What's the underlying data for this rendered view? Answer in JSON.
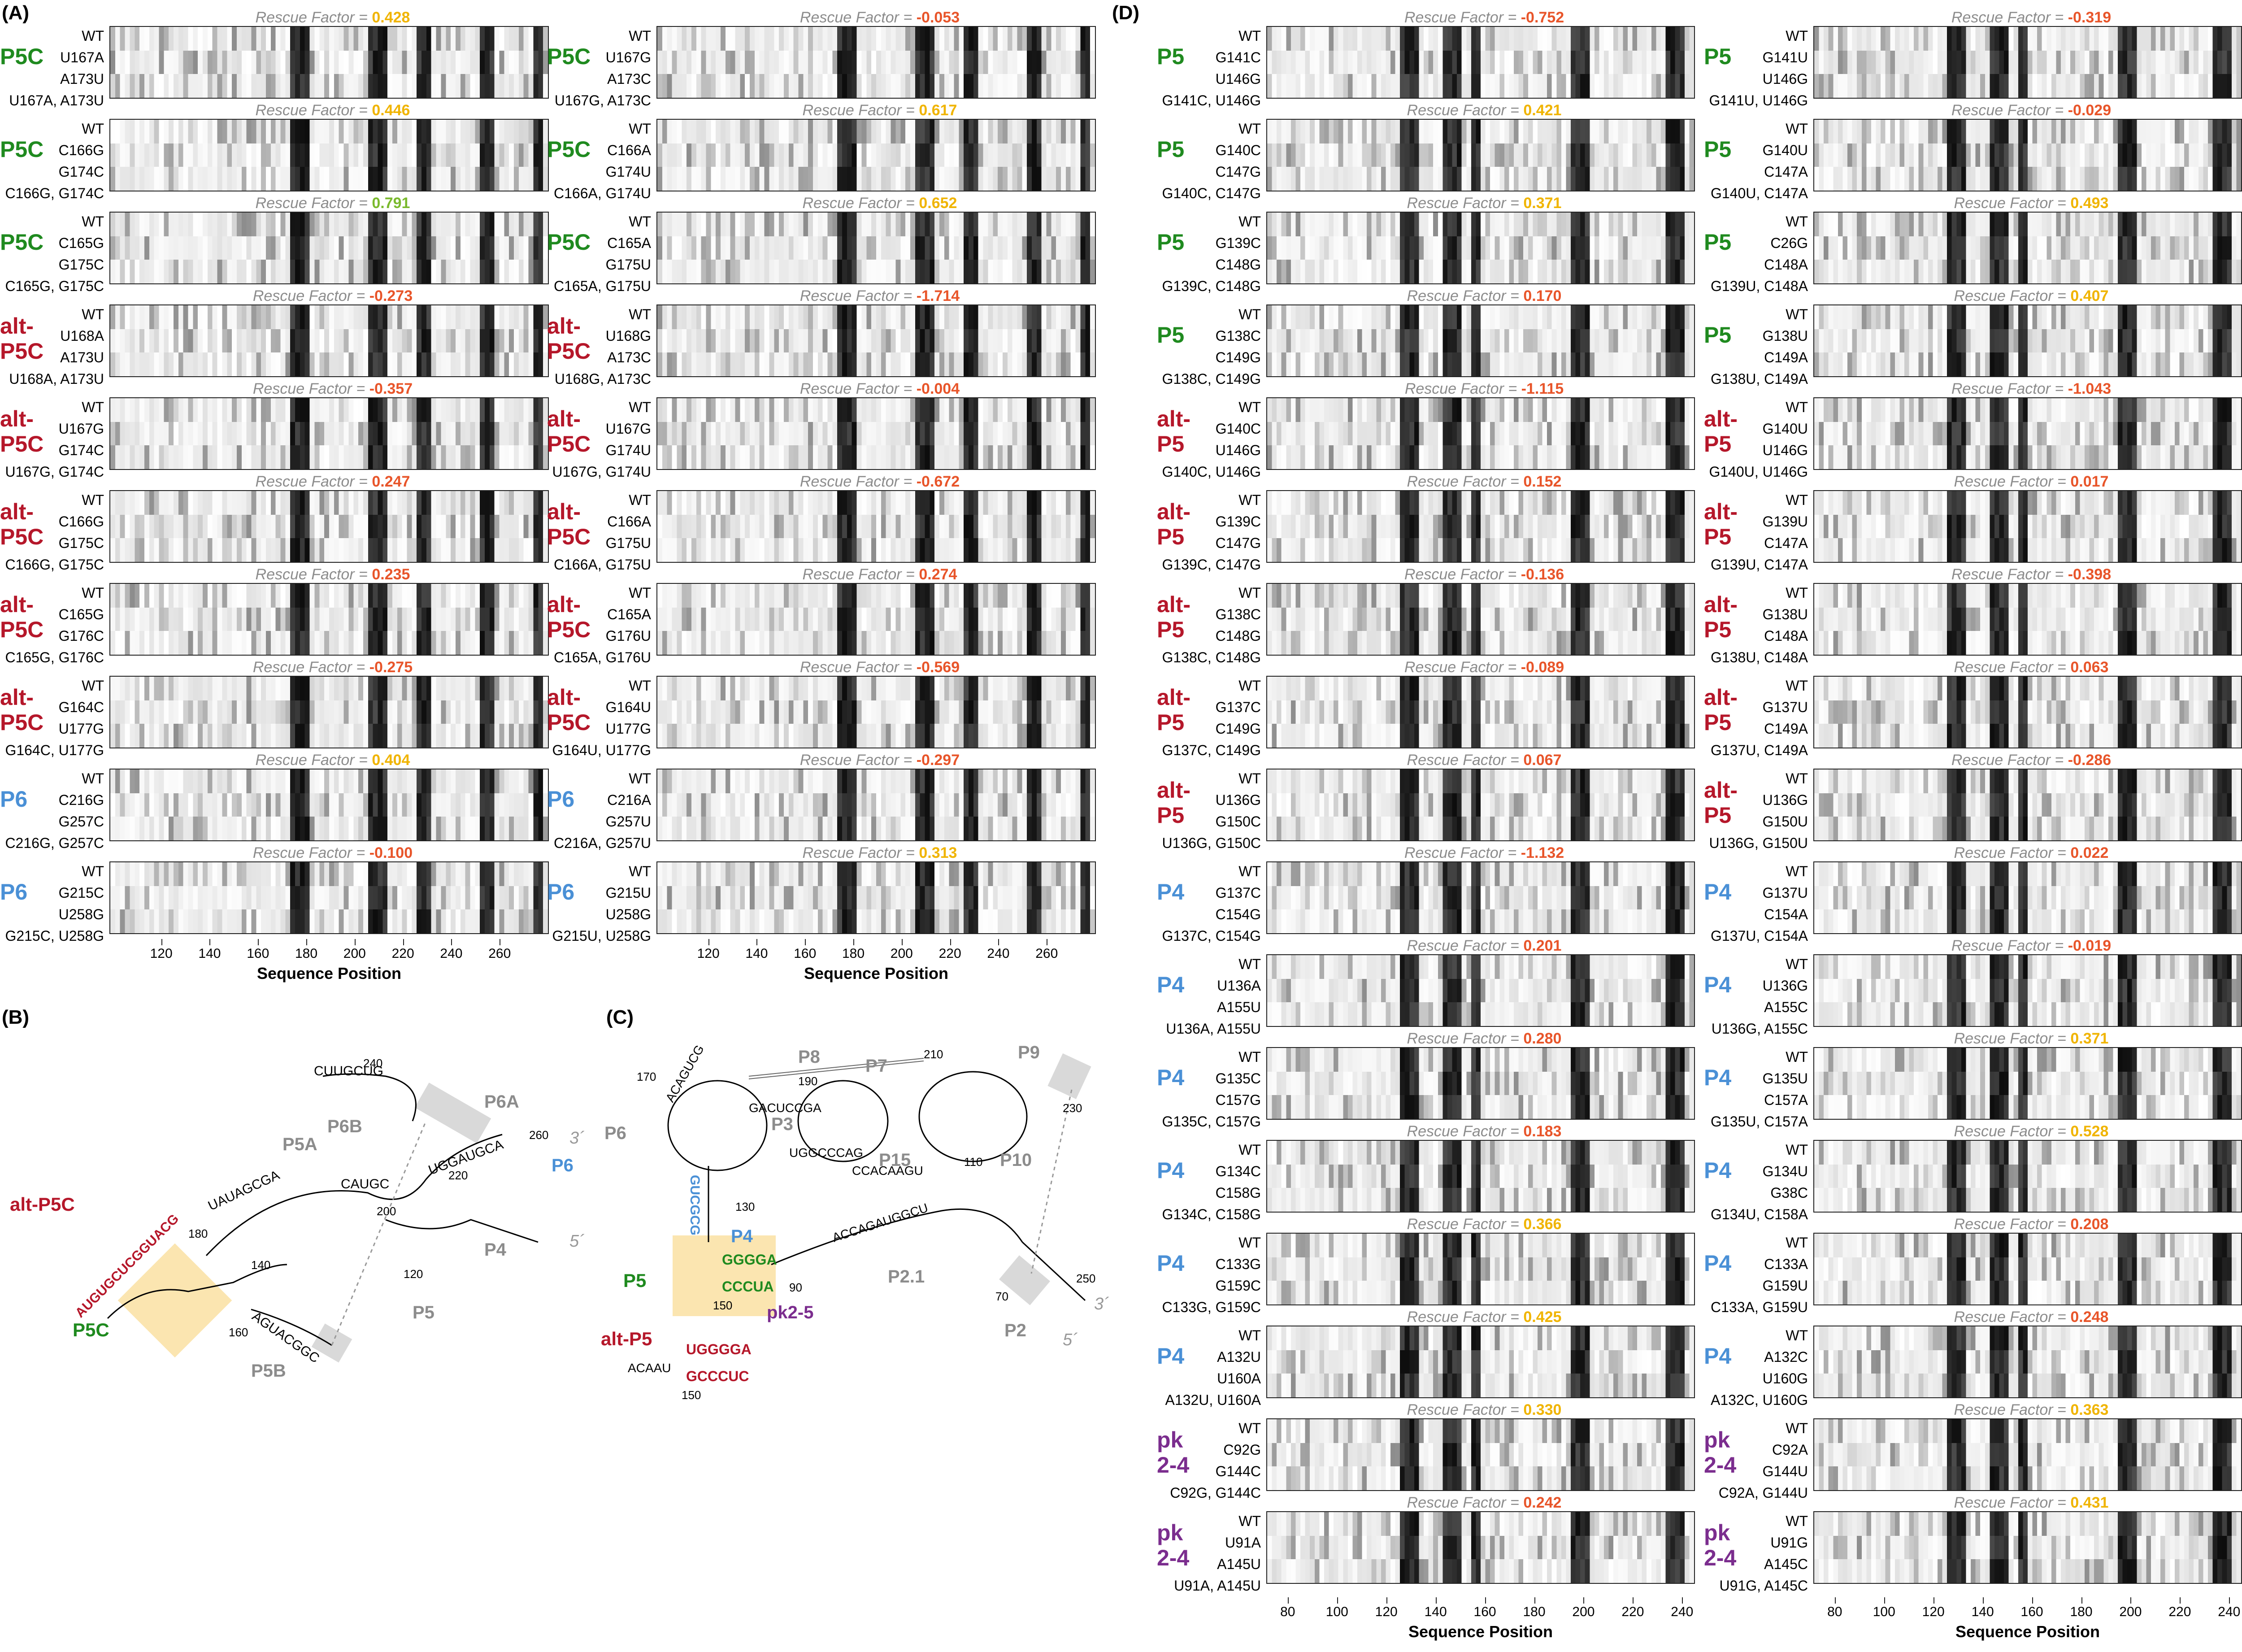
{
  "colors": {
    "green": "#1f8a1f",
    "red": "#b5172a",
    "blue": "#4a90d6",
    "purple": "#7b2d8e",
    "rf_green": "#7ab92d",
    "rf_yellow": "#f0b400",
    "rf_orange": "#e8552a",
    "gray": "#8c8c8c",
    "highlight": "#fbe5b0",
    "box": "#d9d9d9"
  },
  "icons": {
    "heat_track": "grayscale-reactivity-heatmap"
  },
  "labels": {
    "rescue_factor": "Rescue Factor =",
    "wt": "WT",
    "xlabel": "Sequence Position"
  },
  "sections": {
    "A": "(A)",
    "B": "(B)",
    "C": "(C)",
    "D": "(D)"
  },
  "axis_A_ticks": [
    "120",
    "140",
    "160",
    "180",
    "200",
    "220",
    "240",
    "260"
  ],
  "axis_D_ticks": [
    "80",
    "100",
    "120",
    "140",
    "160",
    "180",
    "200",
    "220",
    "240"
  ],
  "panels_A": [
    {
      "group": [
        "P5C"
      ],
      "gc": "green",
      "rf": "0.428",
      "rfc": "rf_yellow",
      "m1": "U167A",
      "m2": "A173U",
      "m3": "U167A, A173U"
    },
    {
      "group": [
        "P5C"
      ],
      "gc": "green",
      "rf": "-0.053",
      "rfc": "rf_orange",
      "m1": "U167G",
      "m2": "A173C",
      "m3": "U167G, A173C"
    },
    {
      "group": [
        "P5C"
      ],
      "gc": "green",
      "rf": "0.446",
      "rfc": "rf_yellow",
      "m1": "C166G",
      "m2": "G174C",
      "m3": "C166G, G174C"
    },
    {
      "group": [
        "P5C"
      ],
      "gc": "green",
      "rf": "0.617",
      "rfc": "rf_yellow",
      "m1": "C166A",
      "m2": "G174U",
      "m3": "C166A, G174U"
    },
    {
      "group": [
        "P5C"
      ],
      "gc": "green",
      "rf": "0.791",
      "rfc": "rf_green",
      "m1": "C165G",
      "m2": "G175C",
      "m3": "C165G, G175C"
    },
    {
      "group": [
        "P5C"
      ],
      "gc": "green",
      "rf": "0.652",
      "rfc": "rf_yellow",
      "m1": "C165A",
      "m2": "G175U",
      "m3": "C165A, G175U"
    },
    {
      "group": [
        "alt-",
        "P5C"
      ],
      "gc": "red",
      "rf": "-0.273",
      "rfc": "rf_orange",
      "m1": "U168A",
      "m2": "A173U",
      "m3": "U168A, A173U"
    },
    {
      "group": [
        "alt-",
        "P5C"
      ],
      "gc": "red",
      "rf": "-1.714",
      "rfc": "rf_orange",
      "m1": "U168G",
      "m2": "A173C",
      "m3": "U168G, A173C"
    },
    {
      "group": [
        "alt-",
        "P5C"
      ],
      "gc": "red",
      "rf": "-0.357",
      "rfc": "rf_orange",
      "m1": "U167G",
      "m2": "G174C",
      "m3": "U167G, G174C"
    },
    {
      "group": [
        "alt-",
        "P5C"
      ],
      "gc": "red",
      "rf": "-0.004",
      "rfc": "rf_orange",
      "m1": "U167G",
      "m2": "G174U",
      "m3": "U167G, G174U"
    },
    {
      "group": [
        "alt-",
        "P5C"
      ],
      "gc": "red",
      "rf": "0.247",
      "rfc": "rf_orange",
      "m1": "C166G",
      "m2": "G175C",
      "m3": "C166G, G175C"
    },
    {
      "group": [
        "alt-",
        "P5C"
      ],
      "gc": "red",
      "rf": "-0.672",
      "rfc": "rf_orange",
      "m1": "C166A",
      "m2": "G175U",
      "m3": "C166A, G175U"
    },
    {
      "group": [
        "alt-",
        "P5C"
      ],
      "gc": "red",
      "rf": "0.235",
      "rfc": "rf_orange",
      "m1": "C165G",
      "m2": "G176C",
      "m3": "C165G, G176C"
    },
    {
      "group": [
        "alt-",
        "P5C"
      ],
      "gc": "red",
      "rf": "0.274",
      "rfc": "rf_orange",
      "m1": "C165A",
      "m2": "G176U",
      "m3": "C165A, G176U"
    },
    {
      "group": [
        "alt-",
        "P5C"
      ],
      "gc": "red",
      "rf": "-0.275",
      "rfc": "rf_orange",
      "m1": "G164C",
      "m2": "U177G",
      "m3": "G164C, U177G"
    },
    {
      "group": [
        "alt-",
        "P5C"
      ],
      "gc": "red",
      "rf": "-0.569",
      "rfc": "rf_orange",
      "m1": "G164U",
      "m2": "U177G",
      "m3": "G164U, U177G"
    },
    {
      "group": [
        "P6"
      ],
      "gc": "blue",
      "rf": "0.404",
      "rfc": "rf_yellow",
      "m1": "C216G",
      "m2": "G257C",
      "m3": "C216G, G257C"
    },
    {
      "group": [
        "P6"
      ],
      "gc": "blue",
      "rf": "-0.297",
      "rfc": "rf_orange",
      "m1": "C216A",
      "m2": "G257U",
      "m3": "C216A, G257U"
    },
    {
      "group": [
        "P6"
      ],
      "gc": "blue",
      "rf": "-0.100",
      "rfc": "rf_orange",
      "m1": "G215C",
      "m2": "U258G",
      "m3": "G215C, U258G"
    },
    {
      "group": [
        "P6"
      ],
      "gc": "blue",
      "rf": "0.313",
      "rfc": "rf_yellow",
      "m1": "G215U",
      "m2": "U258G",
      "m3": "G215U, U258G"
    }
  ],
  "panels_D": [
    {
      "group": [
        "P5"
      ],
      "gc": "green",
      "rf": "-0.752",
      "rfc": "rf_orange",
      "m1": "G141C",
      "m2": "U146G",
      "m3": "G141C, U146G"
    },
    {
      "group": [
        "P5"
      ],
      "gc": "green",
      "rf": "-0.319",
      "rfc": "rf_orange",
      "m1": "G141U",
      "m2": "U146G",
      "m3": "G141U, U146G"
    },
    {
      "group": [
        "P5"
      ],
      "gc": "green",
      "rf": "0.421",
      "rfc": "rf_yellow",
      "m1": "G140C",
      "m2": "C147G",
      "m3": "G140C, C147G"
    },
    {
      "group": [
        "P5"
      ],
      "gc": "green",
      "rf": "-0.029",
      "rfc": "rf_orange",
      "m1": "G140U",
      "m2": "C147A",
      "m3": "G140U, C147A"
    },
    {
      "group": [
        "P5"
      ],
      "gc": "green",
      "rf": "0.371",
      "rfc": "rf_yellow",
      "m1": "G139C",
      "m2": "C148G",
      "m3": "G139C, C148G"
    },
    {
      "group": [
        "P5"
      ],
      "gc": "green",
      "rf": "0.493",
      "rfc": "rf_yellow",
      "m1": "C26G",
      "m2": "C148A",
      "m3": "G139U, C148A"
    },
    {
      "group": [
        "P5"
      ],
      "gc": "green",
      "rf": "0.170",
      "rfc": "rf_orange",
      "m1": "G138C",
      "m2": "C149G",
      "m3": "G138C, C149G"
    },
    {
      "group": [
        "P5"
      ],
      "gc": "green",
      "rf": "0.407",
      "rfc": "rf_yellow",
      "m1": "G138U",
      "m2": "C149A",
      "m3": "G138U, C149A"
    },
    {
      "group": [
        "alt-",
        "P5"
      ],
      "gc": "red",
      "rf": "-1.115",
      "rfc": "rf_orange",
      "m1": "G140C",
      "m2": "U146G",
      "m3": "G140C, U146G"
    },
    {
      "group": [
        "alt-",
        "P5"
      ],
      "gc": "red",
      "rf": "-1.043",
      "rfc": "rf_orange",
      "m1": "G140U",
      "m2": "U146G",
      "m3": "G140U, U146G"
    },
    {
      "group": [
        "alt-",
        "P5"
      ],
      "gc": "red",
      "rf": "0.152",
      "rfc": "rf_orange",
      "m1": "G139C",
      "m2": "C147G",
      "m3": "G139C, C147G"
    },
    {
      "group": [
        "alt-",
        "P5"
      ],
      "gc": "red",
      "rf": "0.017",
      "rfc": "rf_orange",
      "m1": "G139U",
      "m2": "C147A",
      "m3": "G139U, C147A"
    },
    {
      "group": [
        "alt-",
        "P5"
      ],
      "gc": "red",
      "rf": "-0.136",
      "rfc": "rf_orange",
      "m1": "G138C",
      "m2": "C148G",
      "m3": "G138C, C148G"
    },
    {
      "group": [
        "alt-",
        "P5"
      ],
      "gc": "red",
      "rf": "-0.398",
      "rfc": "rf_orange",
      "m1": "G138U",
      "m2": "C148A",
      "m3": "G138U, C148A"
    },
    {
      "group": [
        "alt-",
        "P5"
      ],
      "gc": "red",
      "rf": "-0.089",
      "rfc": "rf_orange",
      "m1": "G137C",
      "m2": "C149G",
      "m3": "G137C, C149G"
    },
    {
      "group": [
        "alt-",
        "P5"
      ],
      "gc": "red",
      "rf": "0.063",
      "rfc": "rf_orange",
      "m1": "G137U",
      "m2": "C149A",
      "m3": "G137U, C149A"
    },
    {
      "group": [
        "alt-",
        "P5"
      ],
      "gc": "red",
      "rf": "0.067",
      "rfc": "rf_orange",
      "m1": "U136G",
      "m2": "G150C",
      "m3": "U136G, G150C"
    },
    {
      "group": [
        "alt-",
        "P5"
      ],
      "gc": "red",
      "rf": "-0.286",
      "rfc": "rf_orange",
      "m1": "U136G",
      "m2": "G150U",
      "m3": "U136G, G150U"
    },
    {
      "group": [
        "P4"
      ],
      "gc": "blue",
      "rf": "-1.132",
      "rfc": "rf_orange",
      "m1": "G137C",
      "m2": "C154G",
      "m3": "G137C, C154G"
    },
    {
      "group": [
        "P4"
      ],
      "gc": "blue",
      "rf": "0.022",
      "rfc": "rf_orange",
      "m1": "G137U",
      "m2": "C154A",
      "m3": "G137U, C154A"
    },
    {
      "group": [
        "P4"
      ],
      "gc": "blue",
      "rf": "0.201",
      "rfc": "rf_orange",
      "m1": "U136A",
      "m2": "A155U",
      "m3": "U136A, A155U"
    },
    {
      "group": [
        "P4"
      ],
      "gc": "blue",
      "rf": "-0.019",
      "rfc": "rf_orange",
      "m1": "U136G",
      "m2": "A155C",
      "m3": "U136G, A155C"
    },
    {
      "group": [
        "P4"
      ],
      "gc": "blue",
      "rf": "0.280",
      "rfc": "rf_orange",
      "m1": "G135C",
      "m2": "C157G",
      "m3": "G135C, C157G"
    },
    {
      "group": [
        "P4"
      ],
      "gc": "blue",
      "rf": "0.371",
      "rfc": "rf_yellow",
      "m1": "G135U",
      "m2": "C157A",
      "m3": "G135U, C157A"
    },
    {
      "group": [
        "P4"
      ],
      "gc": "blue",
      "rf": "0.183",
      "rfc": "rf_orange",
      "m1": "G134C",
      "m2": "C158G",
      "m3": "G134C, C158G"
    },
    {
      "group": [
        "P4"
      ],
      "gc": "blue",
      "rf": "0.528",
      "rfc": "rf_yellow",
      "m1": "G134U",
      "m2": "G38C",
      "m3": "G134U, C158A"
    },
    {
      "group": [
        "P4"
      ],
      "gc": "blue",
      "rf": "0.366",
      "rfc": "rf_yellow",
      "m1": "C133G",
      "m2": "G159C",
      "m3": "C133G, G159C"
    },
    {
      "group": [
        "P4"
      ],
      "gc": "blue",
      "rf": "0.208",
      "rfc": "rf_orange",
      "m1": "C133A",
      "m2": "G159U",
      "m3": "C133A, G159U"
    },
    {
      "group": [
        "P4"
      ],
      "gc": "blue",
      "rf": "0.425",
      "rfc": "rf_yellow",
      "m1": "A132U",
      "m2": "U160A",
      "m3": "A132U, U160A"
    },
    {
      "group": [
        "P4"
      ],
      "gc": "blue",
      "rf": "0.248",
      "rfc": "rf_orange",
      "m1": "A132C",
      "m2": "U160G",
      "m3": "A132C, U160G"
    },
    {
      "group": [
        "pk",
        "2-4"
      ],
      "gc": "purple",
      "rf": "0.330",
      "rfc": "rf_yellow",
      "m1": "C92G",
      "m2": "G144C",
      "m3": "C92G, G144C"
    },
    {
      "group": [
        "pk",
        "2-4"
      ],
      "gc": "purple",
      "rf": "0.363",
      "rfc": "rf_yellow",
      "m1": "C92A",
      "m2": "G144U",
      "m3": "C92A, G144U"
    },
    {
      "group": [
        "pk",
        "2-4"
      ],
      "gc": "purple",
      "rf": "0.242",
      "rfc": "rf_orange",
      "m1": "U91A",
      "m2": "A145U",
      "m3": "U91A, A145U"
    },
    {
      "group": [
        "pk",
        "2-4"
      ],
      "gc": "purple",
      "rf": "0.431",
      "rfc": "rf_yellow",
      "m1": "U91G",
      "m2": "A145C",
      "m3": "U91G, A145C"
    }
  ],
  "diagram_B": {
    "labels": {
      "alt_p5c": "alt-P5C",
      "p5c": "P5C",
      "p5a": "P5A",
      "p5b": "P5B",
      "p5": "P5",
      "p6a": "P6A",
      "p6b": "P6B",
      "p6": "P6",
      "p4": "P4",
      "end3": "3´",
      "end5": "5´"
    },
    "numbers": [
      "240",
      "260",
      "200",
      "220",
      "180",
      "140",
      "120",
      "160"
    ],
    "strands": {
      "s1": "CUUGCUG",
      "s2": "UAUAGCGA",
      "s3": "CAUGC",
      "s4": "UGGAUGCA",
      "s5": "AGUACGGC",
      "alt": "AUGUGCUCGGUACG"
    }
  },
  "diagram_C": {
    "labels": {
      "p8": "P8",
      "p7": "P7",
      "p9": "P9",
      "p3": "P3",
      "p6": "P6",
      "p15": "P15",
      "p10": "P10",
      "p4": "P4",
      "p5": "P5",
      "p21": "P2.1",
      "pk25": "pk2-5",
      "p2": "P2",
      "alt_p5": "alt-P5",
      "end3": "3´",
      "end5": "5´"
    },
    "numbers": [
      "210",
      "190",
      "170",
      "110",
      "230",
      "130",
      "90",
      "150",
      "70",
      "250",
      "150"
    ],
    "strands": {
      "s1": "ACAGUCG",
      "s2": "GACUCCGA",
      "s3": "UGGCCCAG",
      "s4": "CCACAAGU",
      "s5": "ACCAGAUGGCU",
      "g4": "GGGGA",
      "c4": "CCCUA",
      "p4": "GUCGCG",
      "alt1": "UGGGGA",
      "alt2": "GCCCUC",
      "altloop": "ACAAU"
    }
  }
}
